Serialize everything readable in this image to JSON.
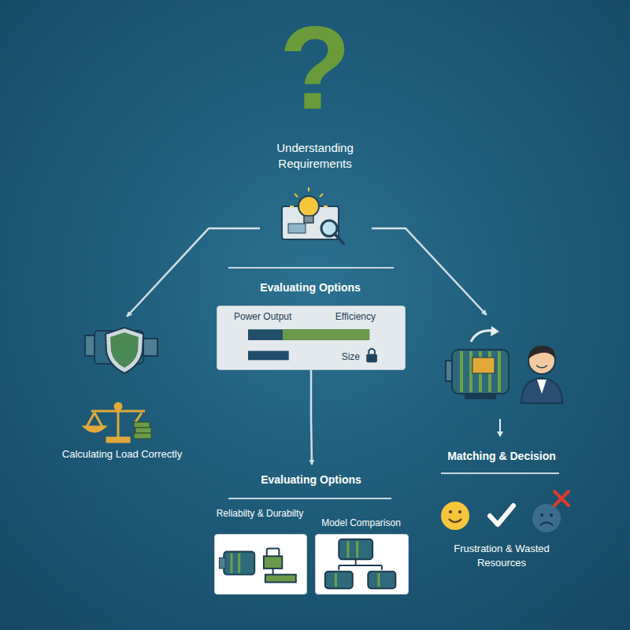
{
  "diagram": {
    "nodes": [
      {
        "text": [
          "Understanding Requirements"
        ]
      },
      {
        "text": [
          "Calculating Load Correctly"
        ]
      },
      {
        "text": [
          "Evaluating Options",
          "Power Output",
          "Efficiency",
          "Size"
        ]
      },
      {
        "text": [
          "Evaluating Options"
        ]
      },
      {
        "text": [
          "Reliabilty & Durabilty"
        ],
        "in": 3
      },
      {
        "text": [
          "Model Comparison"
        ],
        "in": 3
      },
      {
        "text": [
          "Matching & Decision"
        ]
      }
    ],
    "edges": [
      {
        "from": 0,
        "to": 1,
        "arrow": "to"
      },
      {
        "from": 0,
        "to": 6,
        "arrow": "to"
      },
      {
        "from": 2,
        "to": 3,
        "arrow": "to"
      }
    ],
    "labels": [
      "?",
      "Frustration & Wasted Resources"
    ]
  }
}
